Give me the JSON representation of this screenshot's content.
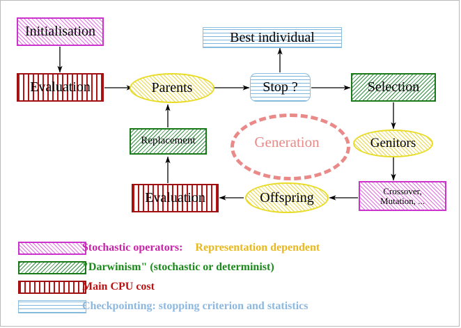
{
  "diagram": {
    "title": "Evolutionary Algorithm Cycle",
    "nodes": {
      "initialisation": {
        "label": "Initialisation",
        "shape": "rect",
        "pattern": "magenta-diagonal",
        "category": "stochastic-operators"
      },
      "evaluation_top": {
        "label": "Evaluation",
        "shape": "rect",
        "pattern": "red-vertical",
        "category": "main-cpu-cost"
      },
      "parents": {
        "label": "Parents",
        "shape": "ellipse",
        "pattern": "yellow-diagonal",
        "category": "representation-dependent"
      },
      "best_individual": {
        "label": "Best individual",
        "shape": "rect",
        "pattern": "blue-horizontal",
        "category": "checkpointing"
      },
      "stop": {
        "label": "Stop ?",
        "shape": "rounded-rect",
        "pattern": "blue-horizontal",
        "category": "checkpointing"
      },
      "selection": {
        "label": "Selection",
        "shape": "rect",
        "pattern": "green-diagonal",
        "category": "darwinism"
      },
      "genitors": {
        "label": "Genitors",
        "shape": "ellipse",
        "pattern": "yellow-diagonal",
        "category": "representation-dependent"
      },
      "crossover_mutation": {
        "label": "Crossover,\nMutation, ...",
        "shape": "rect",
        "pattern": "magenta-diagonal",
        "category": "stochastic-operators"
      },
      "offspring": {
        "label": "Offspring",
        "shape": "ellipse",
        "pattern": "yellow-diagonal",
        "category": "representation-dependent"
      },
      "evaluation_bottom": {
        "label": "Evaluation",
        "shape": "rect",
        "pattern": "red-vertical",
        "category": "main-cpu-cost"
      },
      "replacement": {
        "label": "Replacement",
        "shape": "rect",
        "pattern": "green-diagonal",
        "category": "darwinism"
      },
      "generation": {
        "label": "Generation",
        "shape": "dashed-ellipse",
        "color": "#e98a88"
      }
    },
    "edges": [
      {
        "from": "initialisation",
        "to": "evaluation_top"
      },
      {
        "from": "evaluation_top",
        "to": "parents"
      },
      {
        "from": "parents",
        "to": "stop"
      },
      {
        "from": "stop",
        "to": "best_individual"
      },
      {
        "from": "stop",
        "to": "selection"
      },
      {
        "from": "selection",
        "to": "genitors"
      },
      {
        "from": "genitors",
        "to": "crossover_mutation"
      },
      {
        "from": "crossover_mutation",
        "to": "offspring"
      },
      {
        "from": "offspring",
        "to": "evaluation_bottom"
      },
      {
        "from": "evaluation_bottom",
        "to": "replacement"
      },
      {
        "from": "replacement",
        "to": "parents"
      }
    ]
  },
  "legend": {
    "items": [
      {
        "pattern": "magenta-diagonal",
        "label": "Stochastic operators:",
        "label_color": "#cc22aa",
        "sub_label": "Representation dependent",
        "sub_color": "#e8b81e"
      },
      {
        "pattern": "green-diagonal",
        "label": "\"Darwinism\" (stochastic or determinist)",
        "label_color": "#1a8a1a",
        "sub_label": "",
        "sub_color": ""
      },
      {
        "pattern": "red-vertical",
        "label": "Main CPU cost",
        "label_color": "#bb1111",
        "sub_label": "",
        "sub_color": ""
      },
      {
        "pattern": "blue-horizontal",
        "label": "Checkpointing: stopping criterion and statistics",
        "label_color": "#8cb8e0",
        "sub_label": "",
        "sub_color": ""
      }
    ]
  }
}
